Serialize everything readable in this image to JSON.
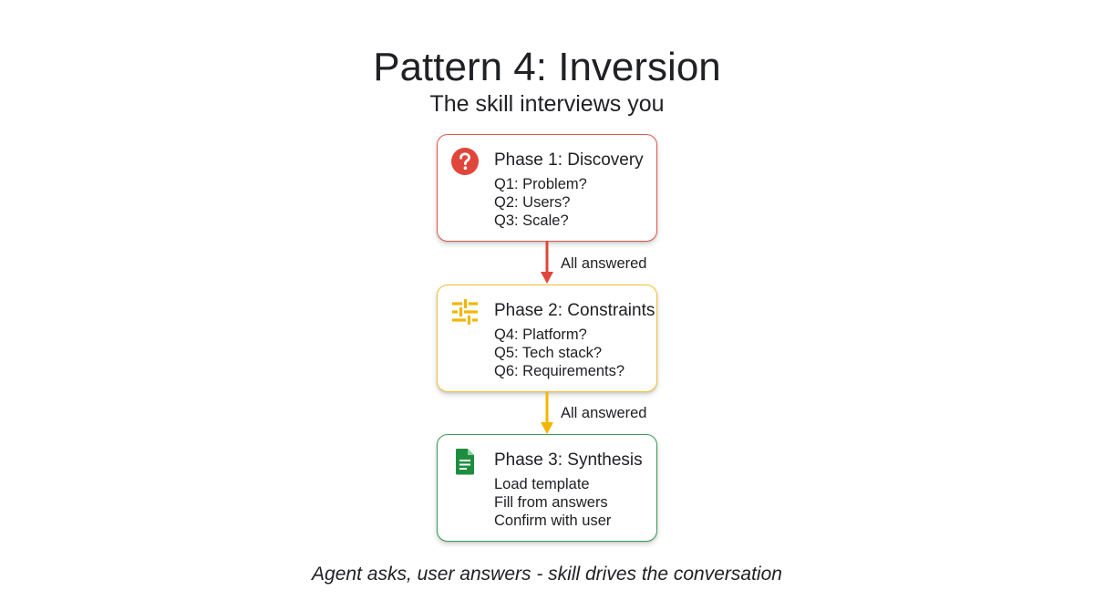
{
  "header": {
    "title": "Pattern 4: Inversion",
    "subtitle": "The skill interviews you"
  },
  "phases": [
    {
      "title": "Phase 1: Discovery",
      "icon": "question-mark-icon",
      "color": "#e0584b",
      "lines": [
        "Q1: Problem?",
        "Q2: Users?",
        "Q3: Scale?"
      ]
    },
    {
      "title": "Phase 2: Constraints",
      "icon": "sliders-icon",
      "color": "#f2c232",
      "lines": [
        "Q4: Platform?",
        "Q5: Tech stack?",
        "Q6: Requirements?"
      ]
    },
    {
      "title": "Phase 3: Synthesis",
      "icon": "document-icon",
      "color": "#3a9b58",
      "lines": [
        "Load template",
        "Fill from answers",
        "Confirm with user"
      ]
    }
  ],
  "connectors": [
    {
      "label": "All answered",
      "color": "#e0463a"
    },
    {
      "label": "All answered",
      "color": "#f2b600"
    }
  ],
  "caption": "Agent asks, user answers - skill drives the conversation"
}
